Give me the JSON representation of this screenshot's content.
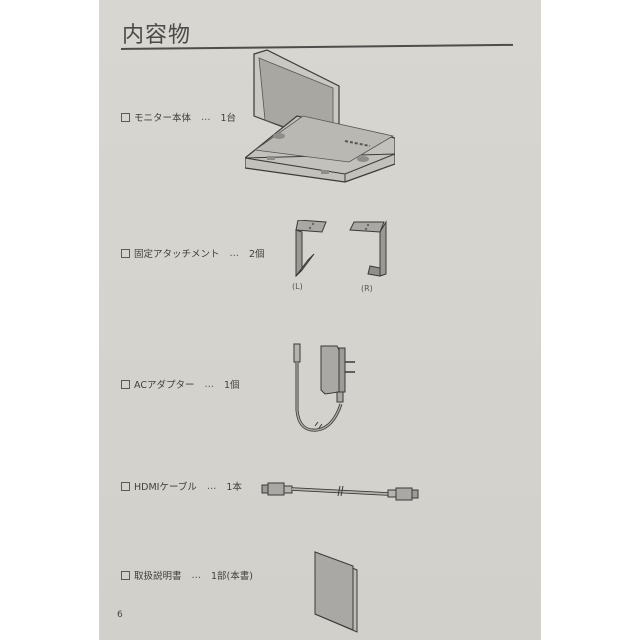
{
  "page": {
    "title": "内容物",
    "page_number": "6",
    "colors": {
      "paper": "#d6d4ce",
      "text": "#404040",
      "illustration_fill": "#a9a8a4",
      "outline": "#3a3a38"
    }
  },
  "items": [
    {
      "name": "モニター本体",
      "separator": "…",
      "quantity": "1台",
      "icon": "monitor-illustration"
    },
    {
      "name": "固定アタッチメント",
      "separator": "…",
      "quantity": "2個",
      "icon": "bracket-illustration",
      "captions": [
        "(L)",
        "(R)"
      ]
    },
    {
      "name": "ACアダプター",
      "separator": "…",
      "quantity": "1個",
      "icon": "ac-adapter-illustration"
    },
    {
      "name": "HDMIケーブル",
      "separator": "…",
      "quantity": "1本",
      "icon": "hdmi-cable-illustration"
    },
    {
      "name": "取扱説明書",
      "separator": "…",
      "quantity": "1部(本書)",
      "icon": "manual-illustration"
    }
  ]
}
